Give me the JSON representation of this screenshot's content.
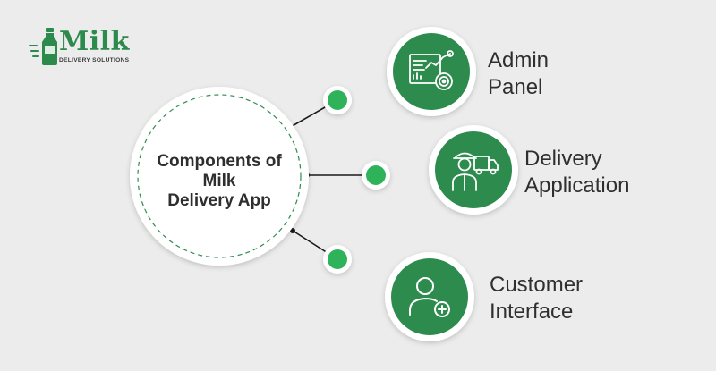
{
  "logo": {
    "word": "Milk",
    "subtitle": "DELIVERY SOLUTIONS"
  },
  "hub": {
    "line1": "Components of",
    "line2": "Milk",
    "line3": "Delivery App"
  },
  "components": [
    {
      "line1": "Admin",
      "line2": "Panel",
      "icon": "dashboard-analytics-icon"
    },
    {
      "line1": "Delivery",
      "line2": "Application",
      "icon": "delivery-man-truck-icon"
    },
    {
      "line1": "Customer",
      "line2": "Interface",
      "icon": "add-user-icon"
    }
  ],
  "colors": {
    "background": "#ececec",
    "green": "#2e8b4e",
    "dot_green": "#2eb35a",
    "text": "#2f2f2f"
  }
}
